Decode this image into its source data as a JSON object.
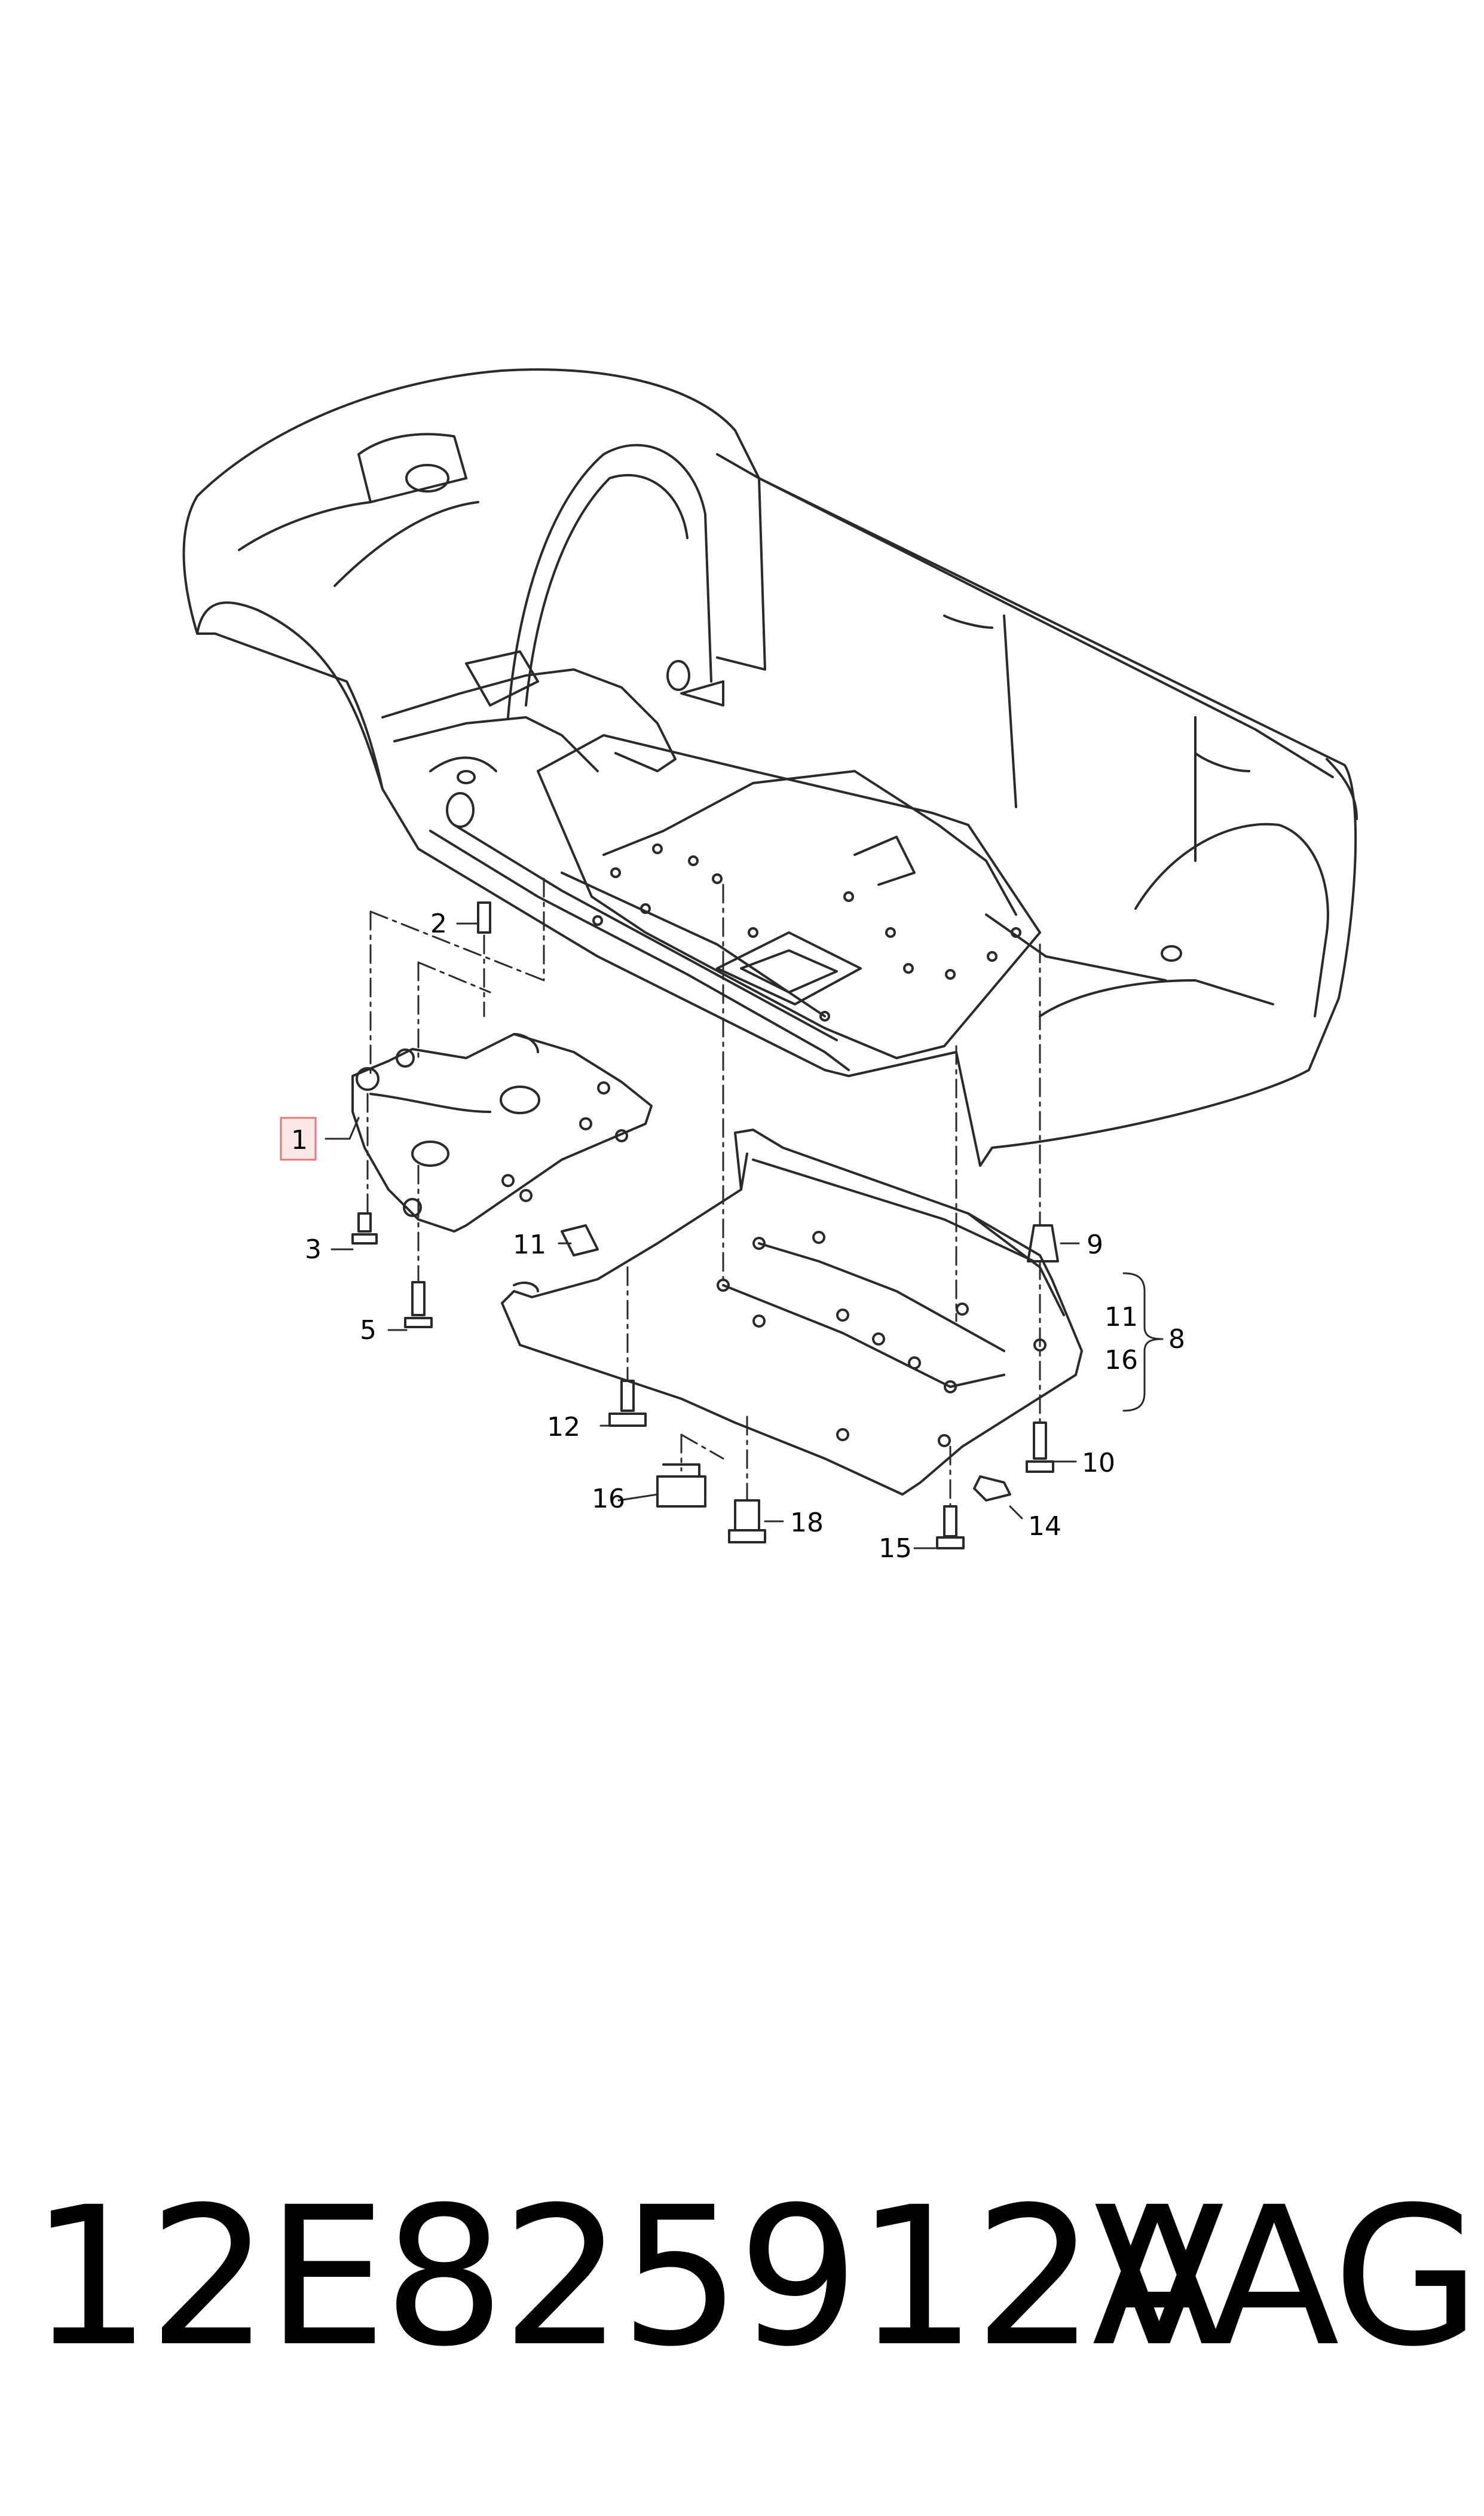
{
  "footer": {
    "part_number": "12E825912A",
    "brand": "VAG"
  },
  "callouts": {
    "c1": "1",
    "c2": "2",
    "c3": "3",
    "c5": "5",
    "c8": "8",
    "c9": "9",
    "c10": "10",
    "c11a": "11",
    "c11b": "11",
    "c12": "12",
    "c14": "14",
    "c15": "15",
    "c16a": "16",
    "c16b": "16",
    "c18": "18"
  },
  "colors": {
    "line": "#2a2a2a",
    "highlight_border": "#e07b7b",
    "highlight_fill": "#fbe7e7"
  }
}
